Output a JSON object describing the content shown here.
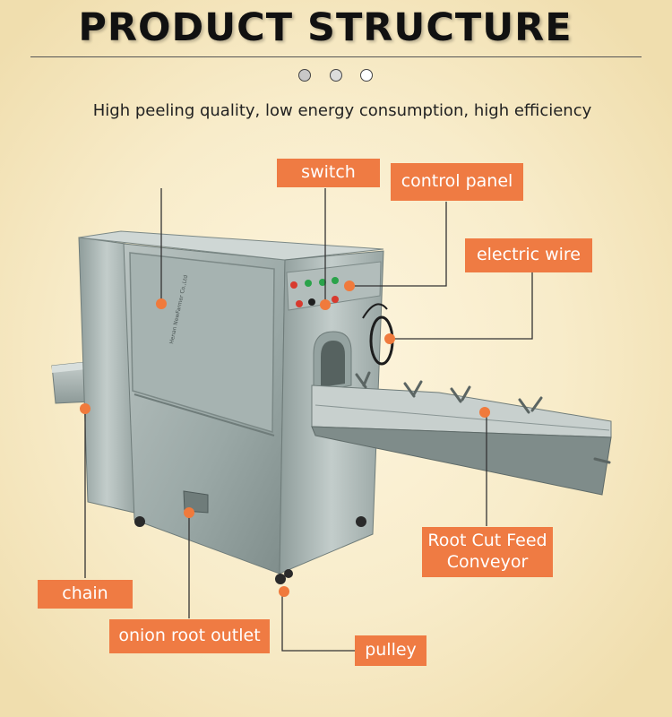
{
  "header": {
    "title": "PRODUCT STRUCTURE",
    "subtitle": "High peeling quality, low energy consumption, high efficiency",
    "dot_colors": [
      "#c8c8c8",
      "#dcdcdc",
      "#ffffff"
    ]
  },
  "colors": {
    "label_bg": "#ef7b43",
    "marker": "#f07a3c",
    "leader": "#333333",
    "steel": "#a9b6b4"
  },
  "labels": {
    "switch": "switch",
    "control_panel": "control panel",
    "electric_wire": "electric wire",
    "root_cut_feed_conveyor": "Root Cut Feed Conveyor",
    "chain": "chain",
    "onion_root_outlet": "onion root outlet",
    "pulley": "pulley"
  },
  "machine": {
    "nameplate": "Henan NewFarmer Co.,Ltd"
  }
}
